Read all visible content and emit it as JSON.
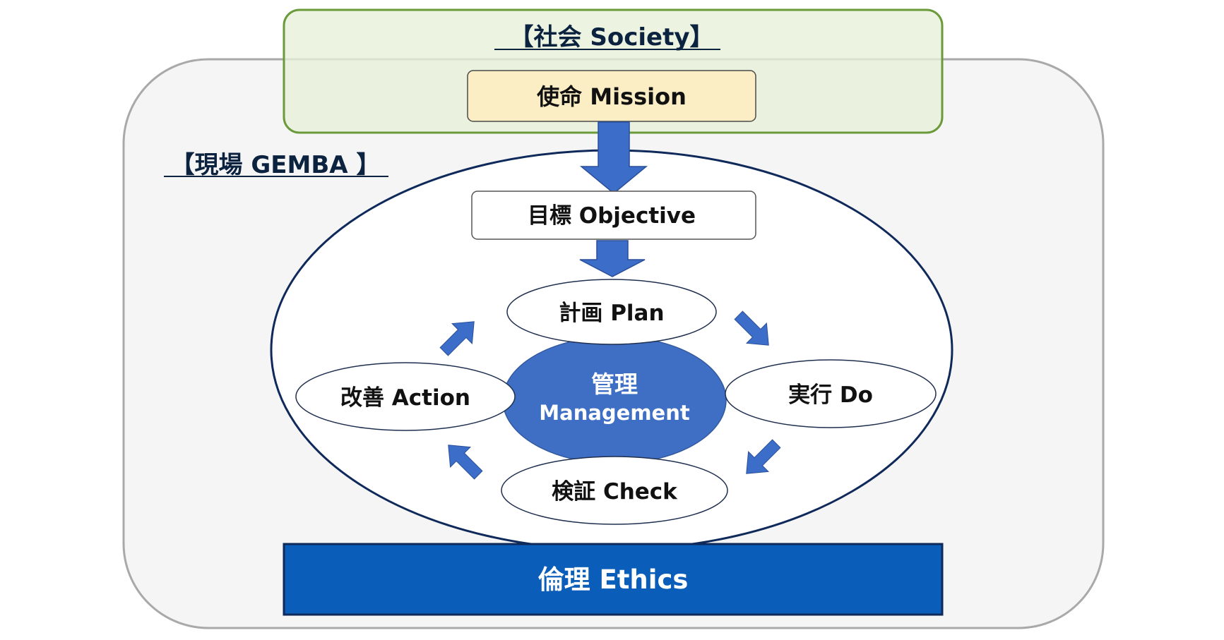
{
  "society": {
    "label": "【社会 Society】"
  },
  "mission": {
    "label": "使命 Mission"
  },
  "gemba": {
    "label": "【現場 GEMBA 】"
  },
  "objective": {
    "label": "目標 Objective"
  },
  "cycle": {
    "plan": "計画 Plan",
    "do": "実行 Do",
    "check": "検証 Check",
    "action": "改善 Action"
  },
  "management": {
    "line1": "管理",
    "line2": "Management"
  },
  "ethics": {
    "label": "倫理 Ethics"
  },
  "colors": {
    "society_border": "#6a9a3a",
    "society_fill": "#edf3e2",
    "mission_fill": "#fbeec5",
    "navy": "#0f2a5a",
    "arrow_blue": "#3b6dc9",
    "management_fill": "#3f6fc4",
    "ethics_fill": "#0a5db8",
    "title_text": "#0c2340"
  }
}
